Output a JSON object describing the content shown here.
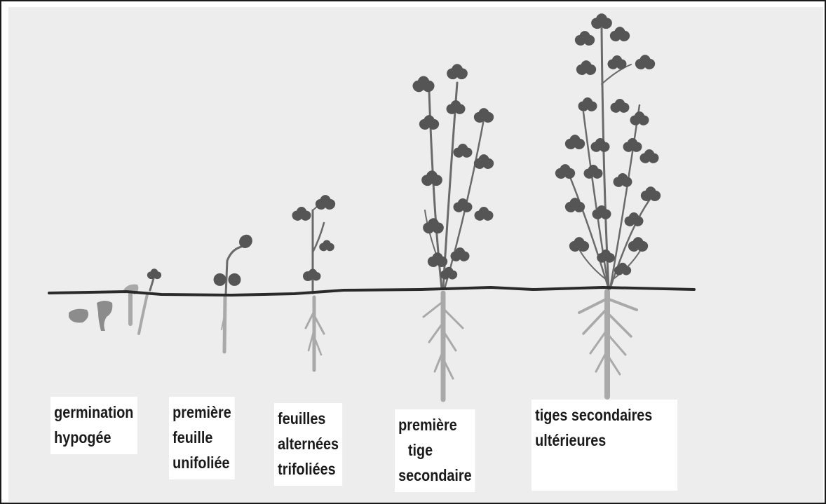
{
  "stages": [
    {
      "lines": [
        "germination",
        "hypogée"
      ]
    },
    {
      "lines": [
        "première",
        "feuille",
        "unifoliée"
      ]
    },
    {
      "lines": [
        "feuilles",
        "alternées",
        "trifoliées"
      ]
    },
    {
      "lines": [
        "première",
        "tige",
        "secondaire"
      ]
    },
    {
      "lines": [
        "tiges secondaires",
        "ultérieures"
      ]
    }
  ],
  "colors": {
    "soil_line": "#2a2a2a",
    "leaf": "#555555",
    "stem": "#6a6a6a",
    "root": "#a9a9a9",
    "seed": "#8c8c8c",
    "background": "#ededed"
  }
}
